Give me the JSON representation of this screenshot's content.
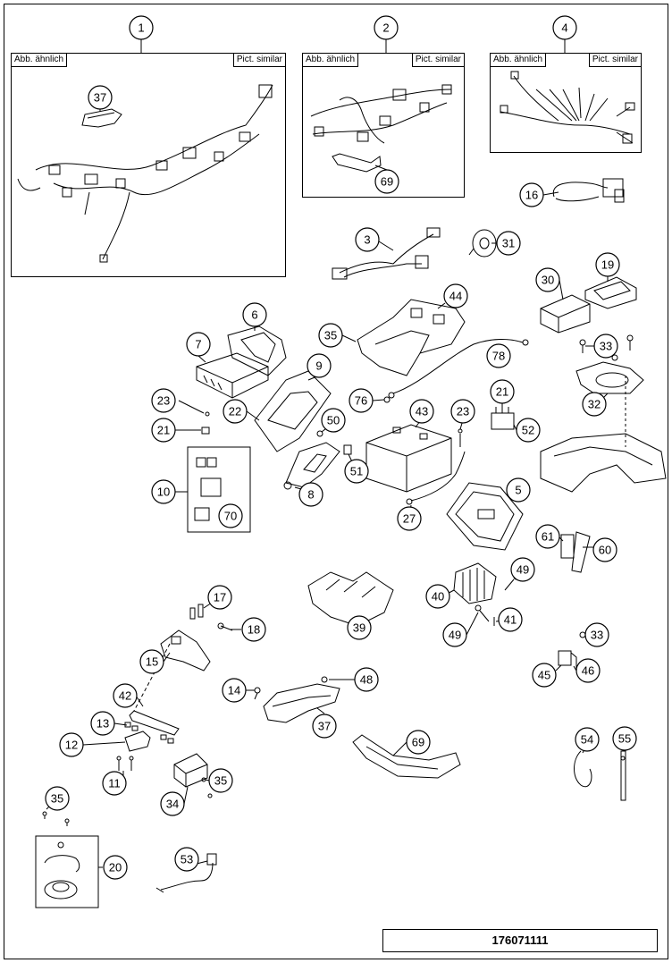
{
  "diagram_number": "176071111",
  "boxes": {
    "box1": {
      "note_de": "Abb. ähnlich",
      "note_en": "Pict. similar"
    },
    "box2": {
      "note_de": "Abb. ähnlich",
      "note_en": "Pict. similar"
    },
    "box4": {
      "note_de": "Abb. ähnlich",
      "note_en": "Pict. similar"
    }
  },
  "callouts": [
    "1",
    "2",
    "4",
    "37",
    "69",
    "16",
    "3",
    "31",
    "30",
    "19",
    "6",
    "44",
    "7",
    "35",
    "33",
    "9",
    "78",
    "32",
    "76",
    "21",
    "23",
    "22",
    "43",
    "23b",
    "21b",
    "52",
    "50",
    "10",
    "51",
    "5",
    "8",
    "70",
    "27",
    "61",
    "60",
    "49",
    "40",
    "41",
    "49b",
    "39",
    "17",
    "18",
    "15",
    "14",
    "48",
    "42",
    "37b",
    "33b",
    "45",
    "46",
    "13",
    "12",
    "69b",
    "54",
    "55",
    "11",
    "35b",
    "34",
    "35c",
    "20",
    "53"
  ],
  "labels": {
    "1": "1",
    "2": "2",
    "4": "4",
    "37": "37",
    "69": "69",
    "16": "16",
    "3": "3",
    "31": "31",
    "30": "30",
    "19": "19",
    "6": "6",
    "44": "44",
    "7": "7",
    "35": "35",
    "33": "33",
    "9": "9",
    "78": "78",
    "32": "32",
    "76": "76",
    "21": "21",
    "23": "23",
    "22": "22",
    "43": "43",
    "23b": "23",
    "21b": "21",
    "52": "52",
    "50": "50",
    "10": "10",
    "51": "51",
    "5": "5",
    "8": "8",
    "70": "70",
    "27": "27",
    "61": "61",
    "60": "60",
    "49": "49",
    "40": "40",
    "41": "41",
    "49b": "49",
    "39": "39",
    "17": "17",
    "18": "18",
    "15": "15",
    "14": "14",
    "48": "48",
    "42": "42",
    "37b": "37",
    "33b": "33",
    "45": "45",
    "46": "46",
    "13": "13",
    "12": "12",
    "69b": "69",
    "54": "54",
    "55": "55",
    "11": "11",
    "35b": "35",
    "34": "34",
    "35c": "35",
    "20": "20",
    "53": "53"
  }
}
